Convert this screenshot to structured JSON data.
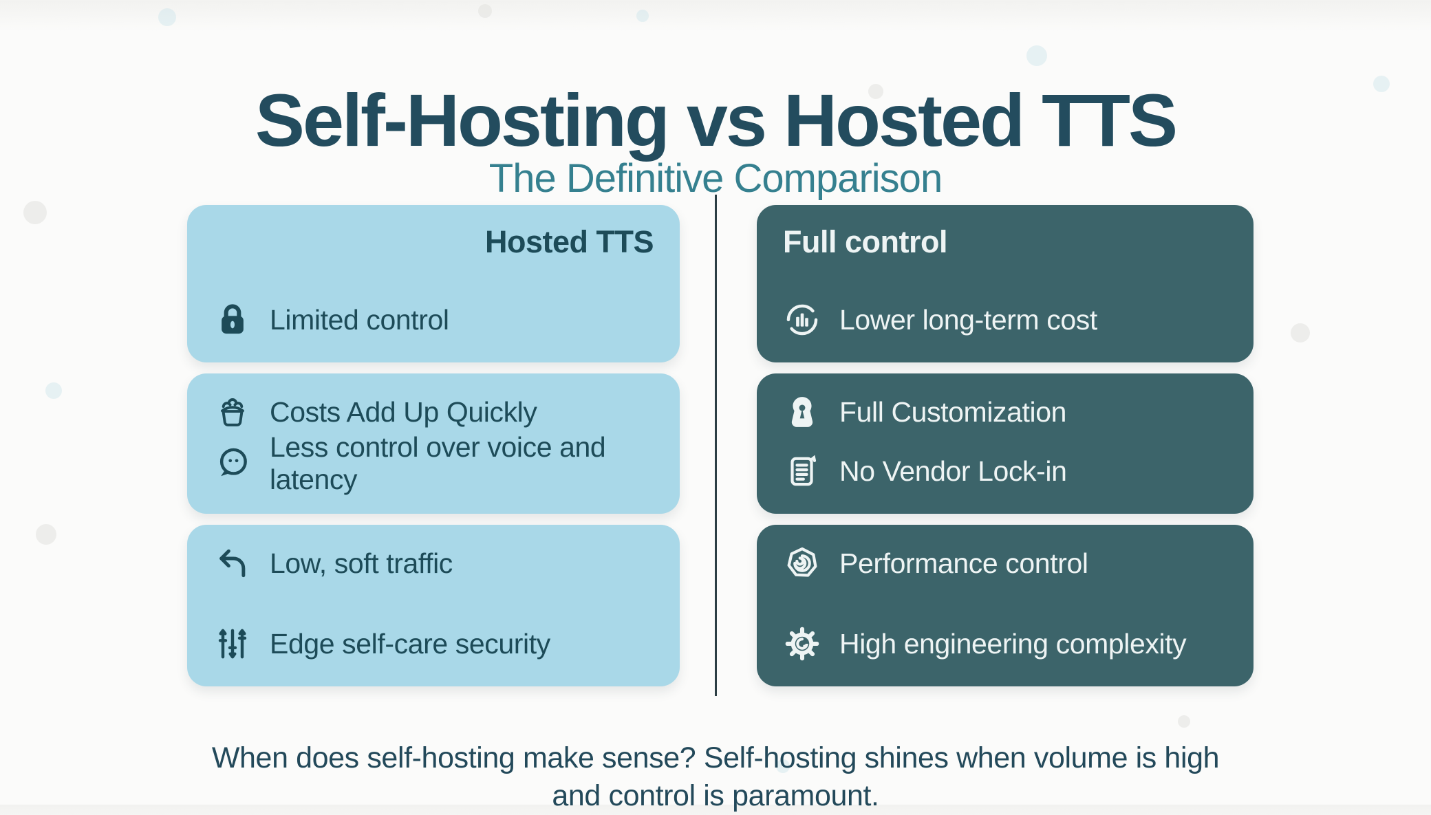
{
  "header": {
    "title": "Self-Hosting vs Hosted TTS",
    "subtitle": "The Definitive Comparison"
  },
  "left": {
    "header": "Hosted TTS",
    "cards": [
      {
        "items": [
          {
            "icon": "lock-icon",
            "label": "Limited control"
          }
        ]
      },
      {
        "items": [
          {
            "icon": "coins-basket-icon",
            "label": "Costs Add Up Quickly"
          },
          {
            "icon": "speech-bubble-icon",
            "label": "Less control over voice and latency"
          }
        ]
      },
      {
        "items": [
          {
            "icon": "bend-arrow-icon",
            "label": "Low, soft traffic"
          },
          {
            "icon": "sliders-icon",
            "label": "Edge self-care security"
          }
        ]
      }
    ]
  },
  "right": {
    "header": "Full control",
    "cards": [
      {
        "items": [
          {
            "icon": "chart-cycle-icon",
            "label": "Lower long-term cost"
          }
        ]
      },
      {
        "items": [
          {
            "icon": "keyhole-badge-icon",
            "label": "Full Customization"
          },
          {
            "icon": "contract-icon",
            "label": "No Vendor Lock-in"
          }
        ]
      },
      {
        "items": [
          {
            "icon": "spiral-seal-icon",
            "label": "Performance control"
          },
          {
            "icon": "gear-icon",
            "label": "High engineering complexity"
          }
        ]
      }
    ]
  },
  "footer": {
    "text": "When does self-hosting make sense? Self-hosting shines when volume is high and control is paramount."
  },
  "colors": {
    "background": "#fbfbfa",
    "title": "#234c5e",
    "subtitle": "#35808f",
    "left_card_bg": "#a9d8e8",
    "left_text": "#1d4b58",
    "right_card_bg": "#3c646a",
    "right_text": "#eef4f4",
    "divider": "#2c3e44",
    "footer_text": "#23495a"
  }
}
